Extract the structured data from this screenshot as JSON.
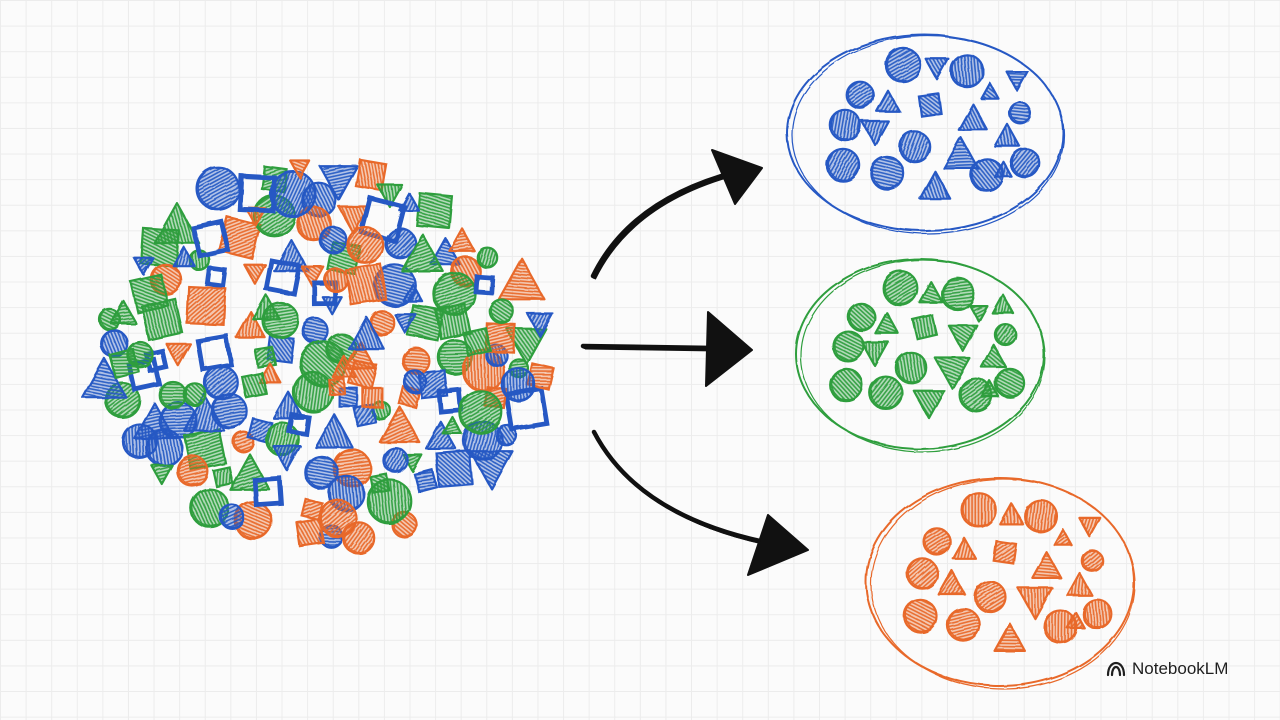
{
  "brand": {
    "name": "NotebookLM",
    "icon": "notebooklm-logo-icon"
  },
  "colors": {
    "blue": "#2659c4",
    "green": "#2f9e3e",
    "orange": "#e8692a",
    "arrow": "#111111",
    "background": "#fbfbfb",
    "grid": "#ececec"
  },
  "diagram": {
    "source": {
      "description_type": "mixed-pile",
      "colors": [
        "blue",
        "green",
        "orange"
      ],
      "shapes": [
        "circle",
        "square",
        "triangle"
      ]
    },
    "groups": [
      {
        "id": "blue-group",
        "color": "blue"
      },
      {
        "id": "green-group",
        "color": "green"
      },
      {
        "id": "orange-group",
        "color": "orange"
      }
    ],
    "arrows": [
      "arrow-to-blue-group",
      "arrow-to-green-group",
      "arrow-to-orange-group"
    ]
  }
}
